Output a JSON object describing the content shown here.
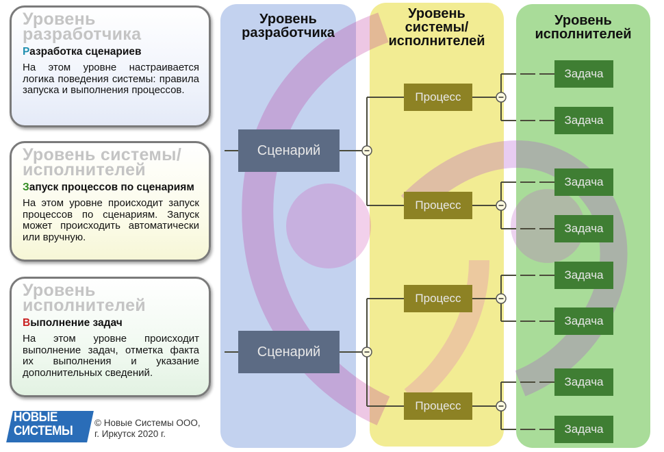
{
  "cards": [
    {
      "title": "Уровень\nразработчика",
      "subtitle_first": "Р",
      "subtitle_rest": "азработка сценариев",
      "accent": "#1f8fb0",
      "text": "На этом уровне настраивается логика поведения системы: правила запуска и выполнения процессов."
    },
    {
      "title": "Уровень системы/\nисполнителей",
      "subtitle_first": "З",
      "subtitle_rest": "апуск процессов по сценариям",
      "accent": "#2f8a1e",
      "text": "На этом уровне происходит запуск процессов по сценариям. Запуск может происходить автоматически или вручную."
    },
    {
      "title": "Уровень\nисполнителей",
      "subtitle_first": "В",
      "subtitle_rest": "ыполнение задач",
      "accent": "#c81e1e",
      "text": "На этом уровне происходит выполнение задач, отметка факта их выполнения и указание дополнительных сведений."
    }
  ],
  "logo": {
    "line1": "НОВЫЕ",
    "line2": "СИСТЕМЫ"
  },
  "copyright": "© Новые Системы ООО,\nг. Иркутск 2020 г.",
  "columns": [
    {
      "title": "Уровень\nразработчика"
    },
    {
      "title": "Уровень\nсистемы/\nисполнителей"
    },
    {
      "title": "Уровень\nисполнителей"
    }
  ],
  "diagram": {
    "scenario_label": "Сценарий",
    "process_label": "Процесс",
    "task_label": "Задача",
    "scenarios": 2,
    "processes_per_scenario": 2,
    "tasks_per_process": 2
  },
  "colors": {
    "developer_column": "#c3d2ef",
    "system_column": "#f2ec93",
    "executor_column": "#a9dc99",
    "scenario_box": "#5c6b84",
    "process_box": "#8d8224",
    "task_box": "#3f7e33"
  }
}
